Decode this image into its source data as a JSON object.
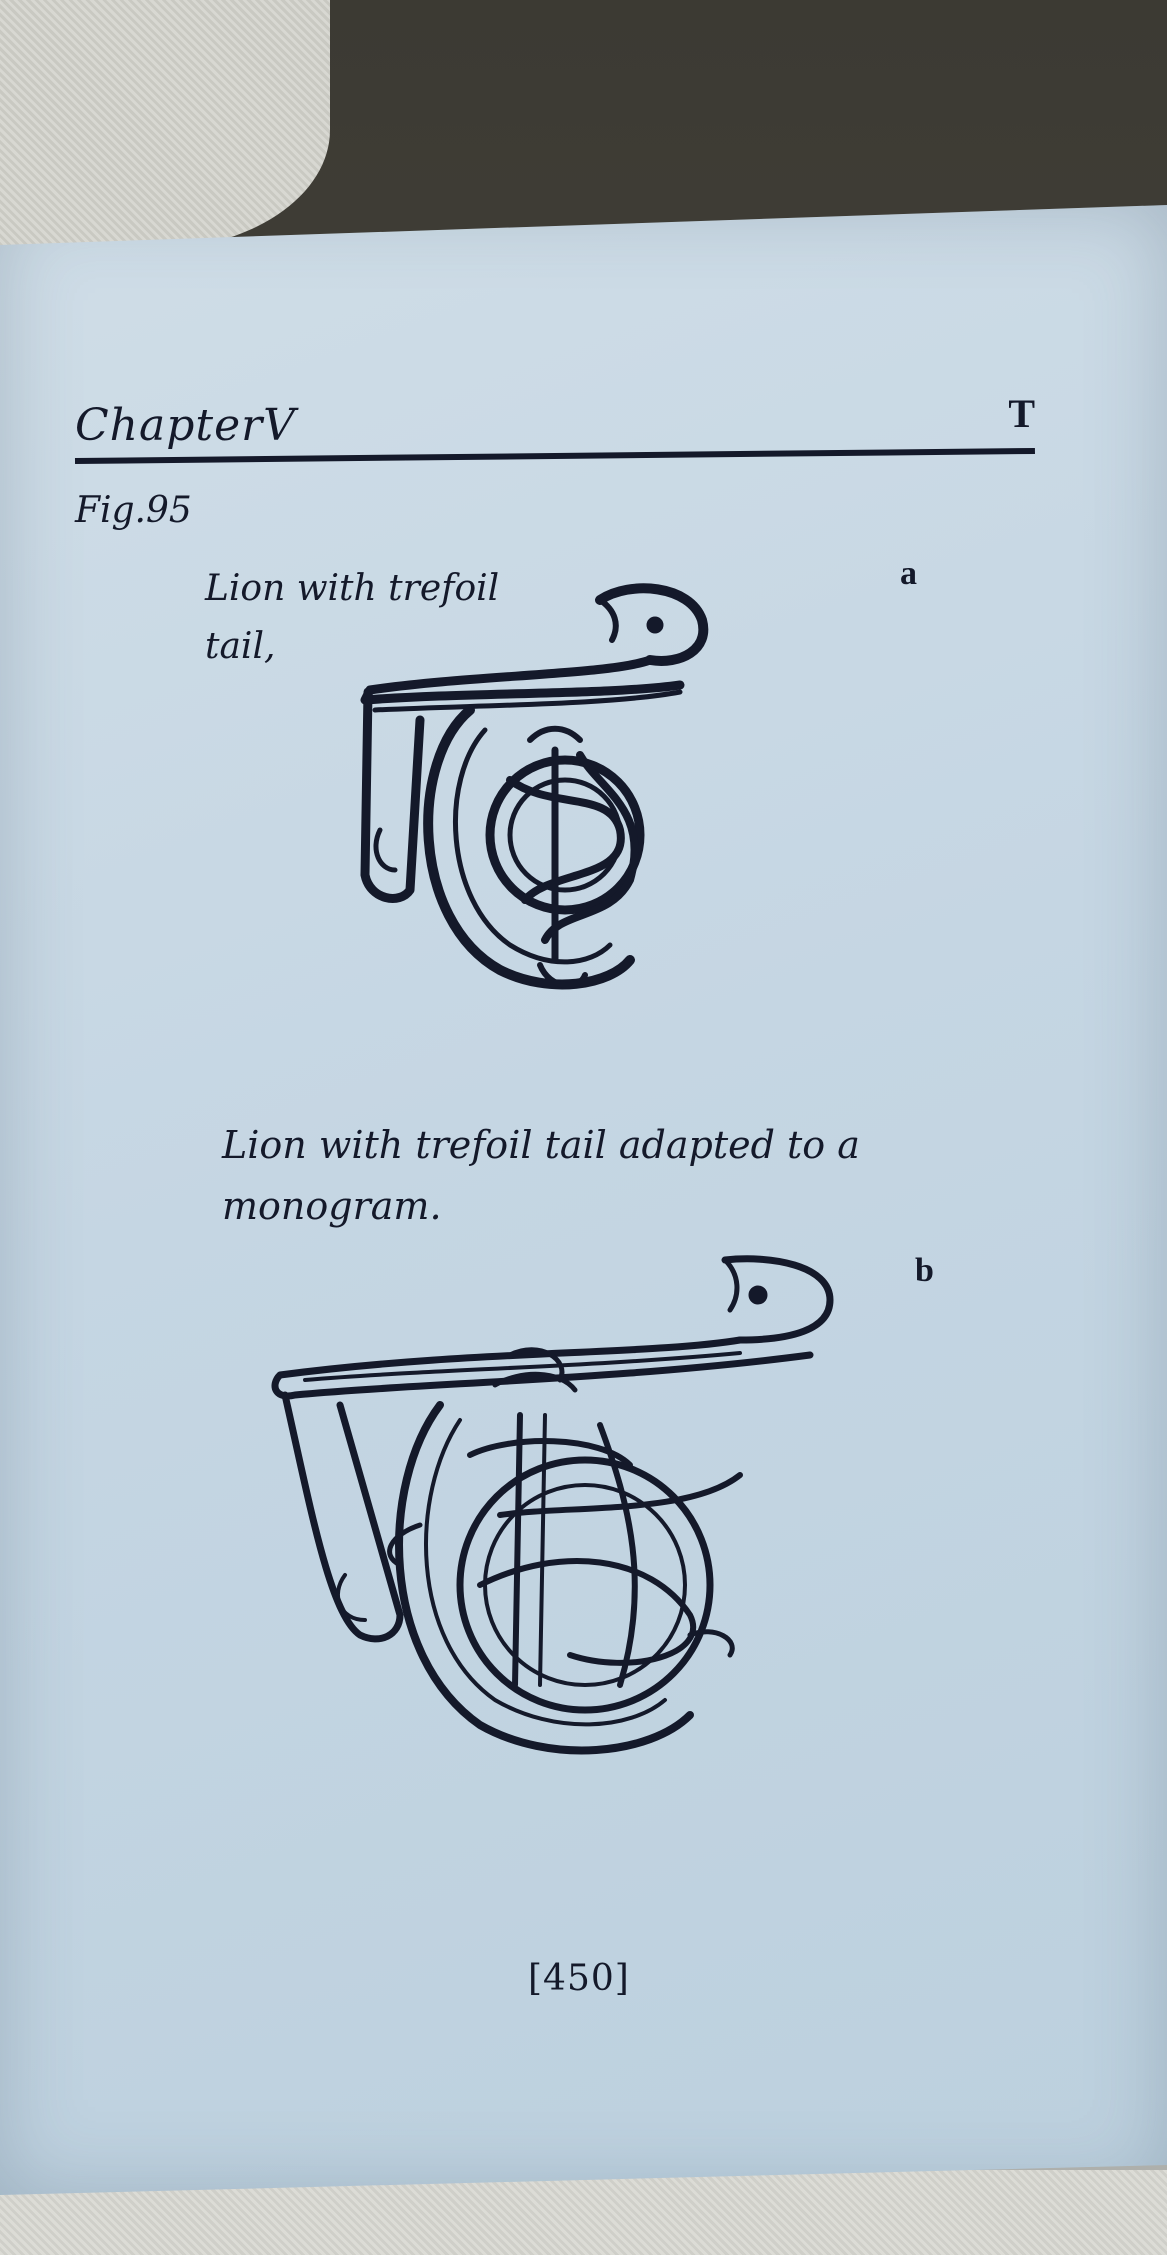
{
  "header": {
    "chapter_title": "ChapterV",
    "section_letter": "T"
  },
  "figure": {
    "label": "Fig.95",
    "items": [
      {
        "caption": "Lion with trefoil tail,",
        "tag": "a"
      },
      {
        "caption": "Lion with trefoil tail adapted to a monogram.",
        "tag": "b"
      }
    ]
  },
  "footer": {
    "page_number": "[450]"
  }
}
